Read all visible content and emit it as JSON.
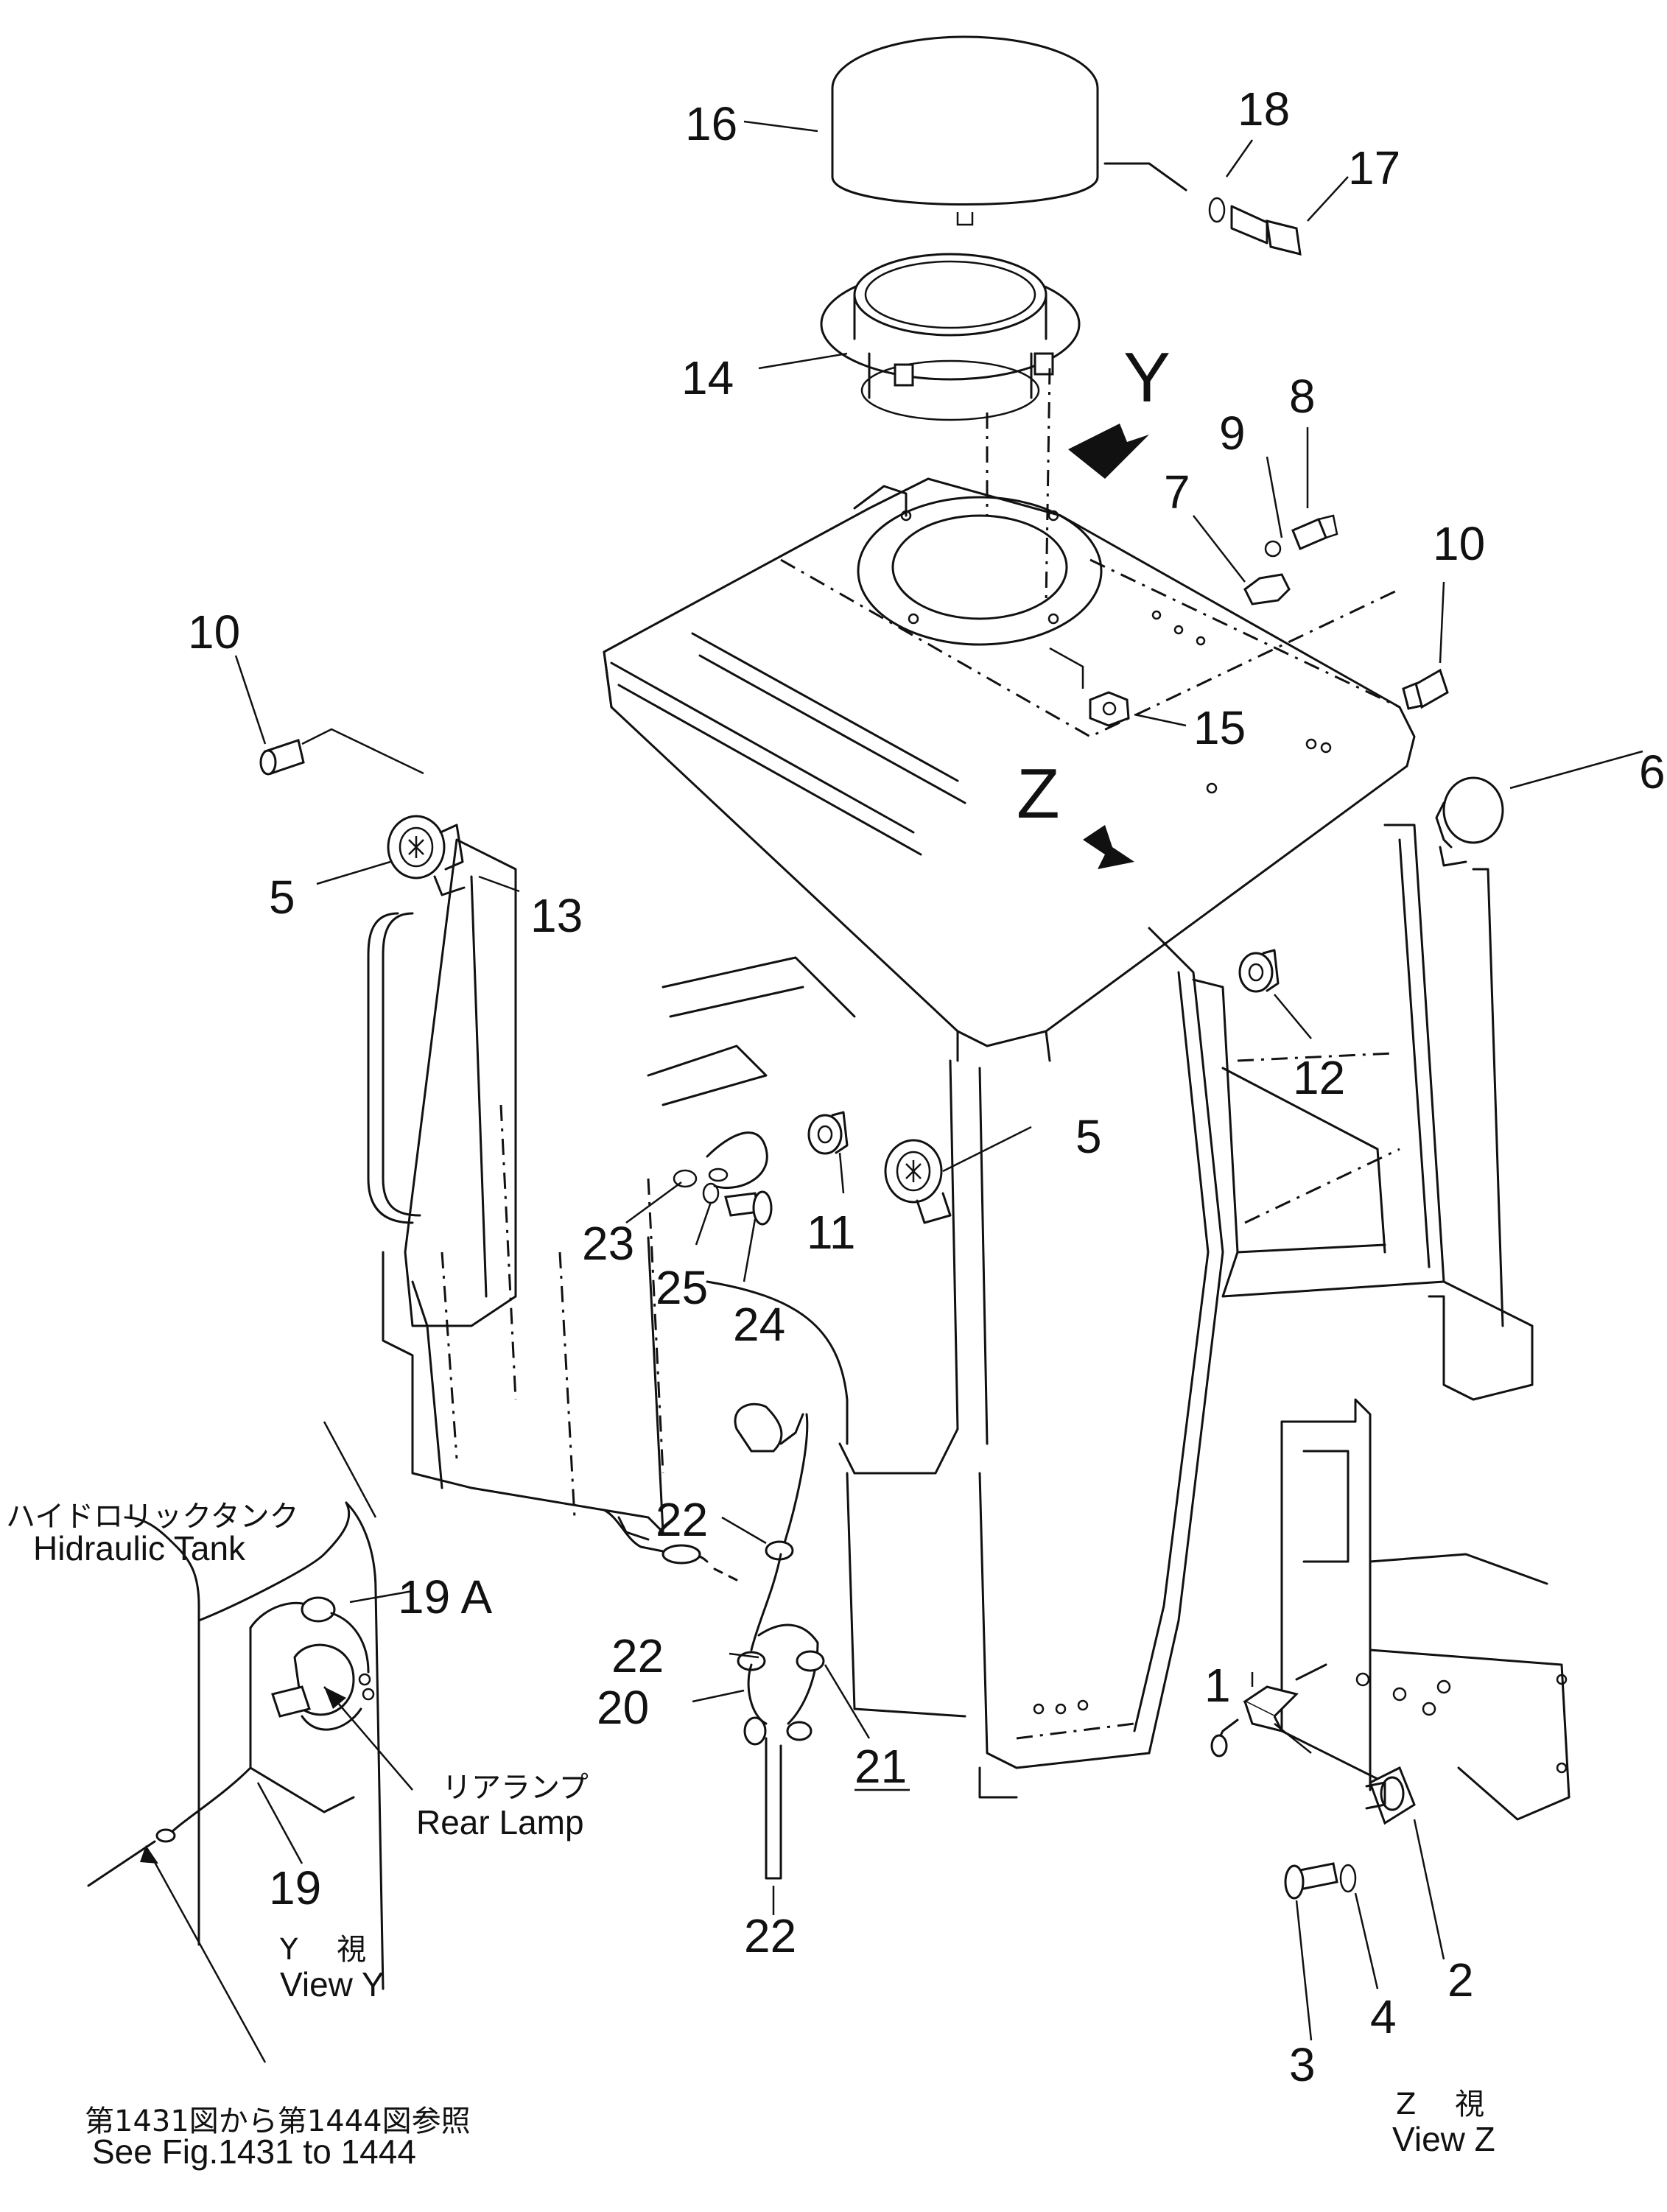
{
  "part_numbers": {
    "p1": "1",
    "p2": "2",
    "p3": "3",
    "p4": "4",
    "p5a": "5",
    "p5b": "5",
    "p6": "6",
    "p7": "7",
    "p8": "8",
    "p9": "9",
    "p10a": "10",
    "p10b": "10",
    "p11": "11",
    "p12": "12",
    "p13": "13",
    "p14": "14",
    "p15": "15",
    "p16": "16",
    "p17": "17",
    "p18": "18",
    "p19": "19",
    "p19a": "19 A",
    "p20": "20",
    "p21": "21",
    "p22a": "22",
    "p22b": "22",
    "p22c": "22",
    "p23": "23",
    "p24": "24",
    "p25": "25"
  },
  "view_arrows": {
    "y": "Y",
    "z": "Z"
  },
  "labels": {
    "hydraulic_tank_jp": "ハイドロリックタンク",
    "hydraulic_tank_en": "Hidraulic Tank",
    "rear_lamp_jp": "リアランプ",
    "rear_lamp_en": "Rear Lamp",
    "view_y_jp": "Y　 視",
    "view_y_en": "View  Y",
    "view_z_jp": "Z　 視",
    "view_z_en": "View  Z",
    "ref_jp": "第1431図から第1444図参照",
    "ref_en": "See Fig.1431 to 1444"
  }
}
